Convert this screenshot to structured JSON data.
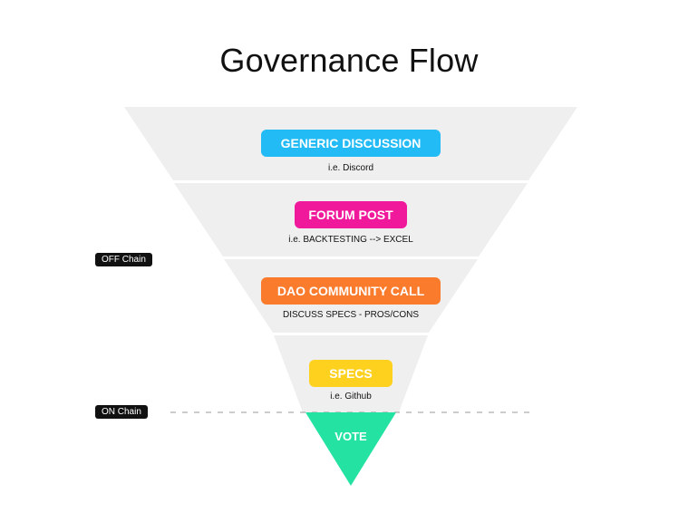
{
  "title": "Governance Flow",
  "colors": {
    "funnel": "#efefef",
    "generic": "#22bbf5",
    "forum": "#f0199b",
    "dao": "#fb7b2c",
    "specs": "#fdd11e",
    "vote": "#24e3a2",
    "tag": "#111111"
  },
  "stages": [
    {
      "label": "GENERIC DISCUSSION",
      "note": "i.e. Discord"
    },
    {
      "label": "FORUM POST",
      "note": "i.e. BACKTESTING --> EXCEL"
    },
    {
      "label": "DAO COMMUNITY CALL",
      "note": "DISCUSS SPECS - PROS/CONS"
    },
    {
      "label": "SPECS",
      "note": "i.e. Github"
    }
  ],
  "vote": {
    "label": "VOTE"
  },
  "chain_tags": {
    "off": "OFF Chain",
    "on": "ON Chain"
  }
}
